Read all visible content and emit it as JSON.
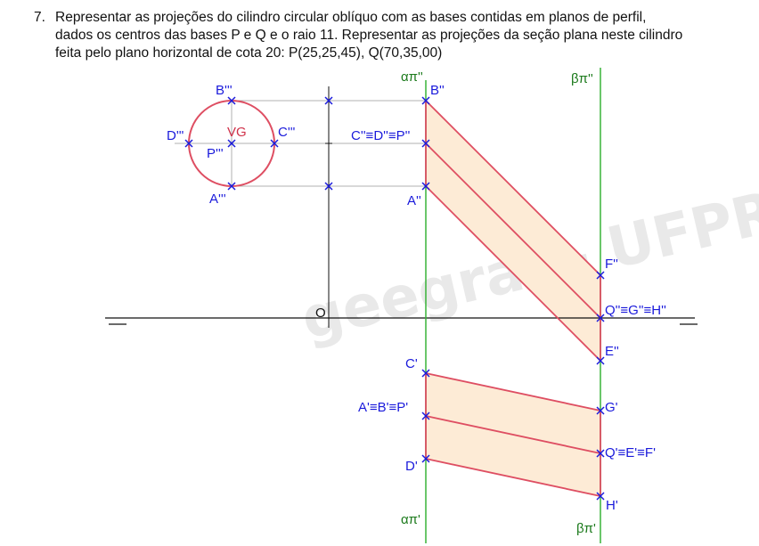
{
  "problem": {
    "number": "7.",
    "line1": "Representar as projeções do cilindro circular oblíquo com as bases contidas em planos de perfil,",
    "line2": "dados os centros das bases P e Q e o raio 11. Representar as projeções da seção plana neste cilindro",
    "line3": "feita pelo plano horizontal de cota 20: P(25,25,45), Q(70,35,00)"
  },
  "watermark": "geegraf - UFPR",
  "labels": {
    "origin": "O",
    "alpha_pi_2": "απ''",
    "beta_pi_2": "βπ''",
    "alpha_pi_1": "απ'",
    "beta_pi_1": "βπ'",
    "B3": "B'''",
    "D3": "D'''",
    "C3": "C'''",
    "P3": "P'''",
    "A3": "A'''",
    "VG": "VG",
    "B2": "B''",
    "CDP2": "C''≡D''≡P''",
    "A2": "A''",
    "F2": "F''",
    "QGH2": "Q''≡G''≡H''",
    "E2": "E''",
    "C1": "C'",
    "ABP1": "A'≡B'≡P'",
    "D1": "D'",
    "G1": "G'",
    "QEF1": "Q'≡E'≡F'",
    "H1": "H'"
  },
  "colors": {
    "construction": "#b0b0b0",
    "axis": "#111111",
    "plane": "#39b339",
    "cylinder": "#de4e62",
    "fill": "#fdebd6",
    "points": "#1a1adb"
  }
}
